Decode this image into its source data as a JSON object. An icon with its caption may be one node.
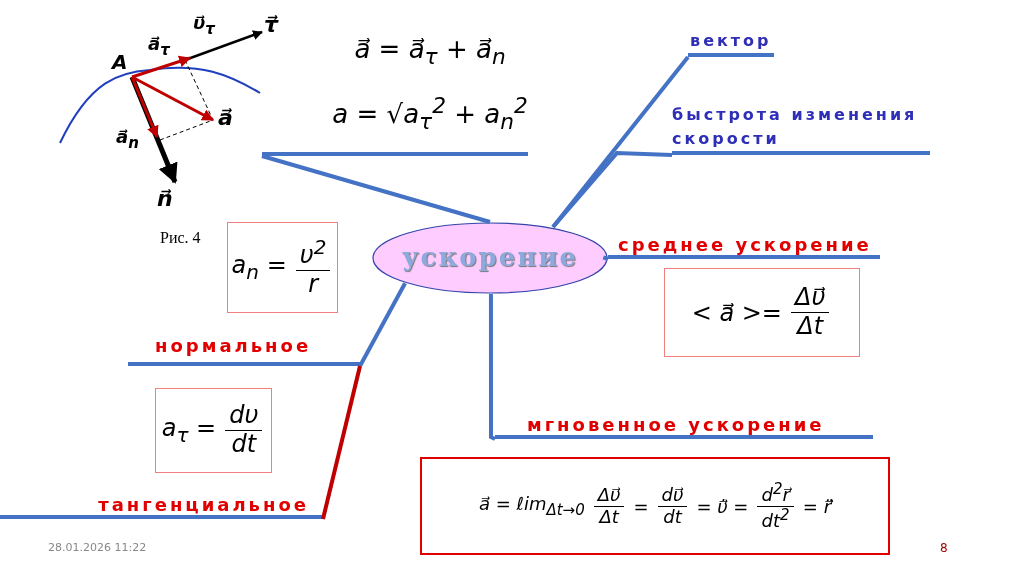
{
  "diagram": {
    "nodes": [
      {
        "text": [
          "ускорение"
        ]
      },
      {
        "text": [
          "вектор"
        ]
      },
      {
        "text": [
          "быстрота изменения скорости"
        ]
      },
      {
        "text": [
          "среднее ускорение"
        ]
      },
      {
        "text": [
          "мгновенное ускорение"
        ]
      },
      {
        "text": [
          "нормальное"
        ]
      },
      {
        "text": [
          "тангенциальное"
        ]
      },
      {
        "text": [
          "a⃗ = a⃗$_{τ}$ + a⃗$_{n}$",
          "a = √a$_{τ}$$^{2}$ + a$_{n}$$^{2}$"
        ]
      },
      {
        "text": [
          "a$_{n}$ =",
          "υ$^{2}$",
          "r"
        ]
      },
      {
        "text": [
          "a$_{τ}$ =",
          "dυ",
          "dt"
        ]
      },
      {
        "text": [
          "< a⃗ >=",
          "Δυ⃗",
          "Δt"
        ]
      },
      {
        "text": [
          "a⃗ = ℓim$_{Δt→0}$",
          "Δυ⃗",
          "Δt",
          "=",
          "dυ⃗",
          "dt",
          "= υ⃗̇ =",
          "d$^{2}$r⃗",
          "dt$^{2}$",
          "= r⃗̈"
        ]
      }
    ],
    "edges": [
      {
        "from": 0,
        "to": 7,
        "arrow": "none"
      },
      {
        "from": 0,
        "to": 1,
        "arrow": "none"
      },
      {
        "from": 0,
        "to": 2,
        "arrow": "none"
      },
      {
        "from": 0,
        "to": 3,
        "arrow": "none"
      },
      {
        "from": 0,
        "to": 4,
        "arrow": "none"
      },
      {
        "from": 0,
        "to": 5,
        "arrow": "none"
      },
      {
        "from": 5,
        "to": 6,
        "arrow": "none",
        "color": "#c00000"
      }
    ],
    "labels": [
      "υ⃗$_{τ}$",
      "τ⃗",
      "a⃗$_{τ}$",
      "A",
      "a⃗",
      "a⃗$_{n}$",
      "n⃗",
      "Рис. 4",
      "28.01.2026 11:22",
      "8"
    ]
  }
}
